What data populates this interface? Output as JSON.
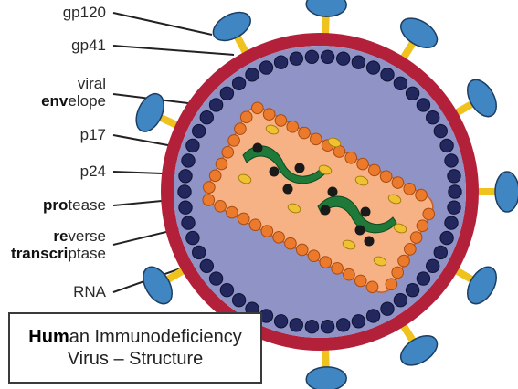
{
  "labels": {
    "gp120": "gp120",
    "gp41": "gp41",
    "viral_envelope": {
      "line1": "viral",
      "line2_bold": "env",
      "line2_rest": "elope"
    },
    "p17": "p17",
    "p24": "p24",
    "protease": {
      "bold": "pro",
      "rest": "tease"
    },
    "reverse_transcriptase": {
      "line1_bold": "re",
      "line1_rest": "verse",
      "line2_bold": "transcri",
      "line2_rest": "ptase"
    },
    "rna": "RNA"
  },
  "title": {
    "line1_bold": "Hum",
    "line1_rest": "an Immunodeficiency",
    "line2": "Virus – Structure"
  },
  "colors": {
    "envelope": "#b3203a",
    "matrix_bead": "#22285e",
    "capsid_fill": "#f6b185",
    "capsid_bead": "#ec7a2d",
    "interior": "#8f93c6",
    "rna": "#1f7a3a",
    "enzyme_yellow": "#f0c232",
    "spike_head": "#3f86c2",
    "spike_stem": "#efc21e"
  }
}
